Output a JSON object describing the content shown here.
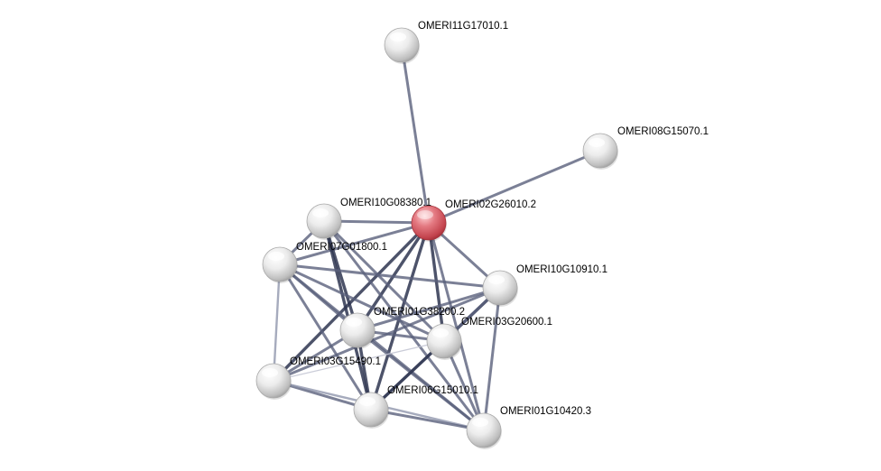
{
  "network": {
    "colors": {
      "background": "#ffffff",
      "edge_strong": "#2e3550",
      "edge_medium": "#5a607c",
      "edge_light": "#9096ad",
      "edge_faint": "#c4c7d4",
      "node_default": "#e4e4e4",
      "node_query": "#d85a63"
    },
    "nodes": [
      {
        "id": "OMERI11G17010.1",
        "label": "OMERI11G17010.1",
        "query": false
      },
      {
        "id": "OMERI08G15070.1",
        "label": "OMERI08G15070.1",
        "query": false
      },
      {
        "id": "OMERI02G26010.2",
        "label": "OMERI02G26010.2",
        "query": true
      },
      {
        "id": "OMERI10G08380.1",
        "label": "OMERI10G08380.1",
        "query": false
      },
      {
        "id": "OMERI07G01800.1",
        "label": "OMERI07G01800.1",
        "query": false
      },
      {
        "id": "OMERI10G10910.1",
        "label": "OMERI10G10910.1",
        "query": false
      },
      {
        "id": "OMERI01G38200.2",
        "label": "OMERI01G38200.2",
        "query": false
      },
      {
        "id": "OMERI03G20600.1",
        "label": "OMERI03G20600.1",
        "query": false
      },
      {
        "id": "OMERI03G15490.1",
        "label": "OMERI03G15490.1",
        "query": false
      },
      {
        "id": "OMERI06G15010.1",
        "label": "OMERI06G15010.1",
        "query": false
      },
      {
        "id": "OMERI01G10420.3",
        "label": "OMERI01G10420.3",
        "query": false
      }
    ],
    "edges": [
      {
        "source": "OMERI11G17010.1",
        "target": "OMERI02G26010.2",
        "strength": "medium"
      },
      {
        "source": "OMERI08G15070.1",
        "target": "OMERI02G26010.2",
        "strength": "medium"
      },
      {
        "source": "OMERI02G26010.2",
        "target": "OMERI10G08380.1",
        "strength": "medium"
      },
      {
        "source": "OMERI02G26010.2",
        "target": "OMERI07G01800.1",
        "strength": "medium"
      },
      {
        "source": "OMERI02G26010.2",
        "target": "OMERI10G10910.1",
        "strength": "medium"
      },
      {
        "source": "OMERI02G26010.2",
        "target": "OMERI01G38200.2",
        "strength": "strong"
      },
      {
        "source": "OMERI02G26010.2",
        "target": "OMERI03G20600.1",
        "strength": "strong"
      },
      {
        "source": "OMERI02G26010.2",
        "target": "OMERI03G15490.1",
        "strength": "strong"
      },
      {
        "source": "OMERI02G26010.2",
        "target": "OMERI06G15010.1",
        "strength": "strong"
      },
      {
        "source": "OMERI02G26010.2",
        "target": "OMERI01G10420.3",
        "strength": "medium"
      },
      {
        "source": "OMERI10G08380.1",
        "target": "OMERI07G01800.1",
        "strength": "medium"
      },
      {
        "source": "OMERI10G08380.1",
        "target": "OMERI01G38200.2",
        "strength": "strong"
      },
      {
        "source": "OMERI10G08380.1",
        "target": "OMERI03G20600.1",
        "strength": "medium"
      },
      {
        "source": "OMERI10G08380.1",
        "target": "OMERI06G15010.1",
        "strength": "strong"
      },
      {
        "source": "OMERI10G08380.1",
        "target": "OMERI01G10420.3",
        "strength": "medium"
      },
      {
        "source": "OMERI07G01800.1",
        "target": "OMERI10G10910.1",
        "strength": "medium"
      },
      {
        "source": "OMERI07G01800.1",
        "target": "OMERI01G38200.2",
        "strength": "medium"
      },
      {
        "source": "OMERI07G01800.1",
        "target": "OMERI03G20600.1",
        "strength": "medium"
      },
      {
        "source": "OMERI07G01800.1",
        "target": "OMERI03G15490.1",
        "strength": "light"
      },
      {
        "source": "OMERI07G01800.1",
        "target": "OMERI06G15010.1",
        "strength": "medium"
      },
      {
        "source": "OMERI07G01800.1",
        "target": "OMERI01G10420.3",
        "strength": "medium"
      },
      {
        "source": "OMERI10G10910.1",
        "target": "OMERI01G38200.2",
        "strength": "medium"
      },
      {
        "source": "OMERI10G10910.1",
        "target": "OMERI03G20600.1",
        "strength": "strong"
      },
      {
        "source": "OMERI10G10910.1",
        "target": "OMERI03G15490.1",
        "strength": "medium"
      },
      {
        "source": "OMERI10G10910.1",
        "target": "OMERI06G15010.1",
        "strength": "medium"
      },
      {
        "source": "OMERI10G10910.1",
        "target": "OMERI01G10420.3",
        "strength": "medium"
      },
      {
        "source": "OMERI01G38200.2",
        "target": "OMERI03G20600.1",
        "strength": "medium"
      },
      {
        "source": "OMERI01G38200.2",
        "target": "OMERI03G15490.1",
        "strength": "medium"
      },
      {
        "source": "OMERI01G38200.2",
        "target": "OMERI06G15010.1",
        "strength": "strong"
      },
      {
        "source": "OMERI01G38200.2",
        "target": "OMERI01G10420.3",
        "strength": "medium"
      },
      {
        "source": "OMERI03G20600.1",
        "target": "OMERI03G15490.1",
        "strength": "faint"
      },
      {
        "source": "OMERI03G20600.1",
        "target": "OMERI06G15010.1",
        "strength": "strong"
      },
      {
        "source": "OMERI03G20600.1",
        "target": "OMERI01G10420.3",
        "strength": "medium"
      },
      {
        "source": "OMERI03G15490.1",
        "target": "OMERI06G15010.1",
        "strength": "medium"
      },
      {
        "source": "OMERI03G15490.1",
        "target": "OMERI01G10420.3",
        "strength": "light"
      },
      {
        "source": "OMERI06G15010.1",
        "target": "OMERI01G10420.3",
        "strength": "medium"
      }
    ]
  }
}
